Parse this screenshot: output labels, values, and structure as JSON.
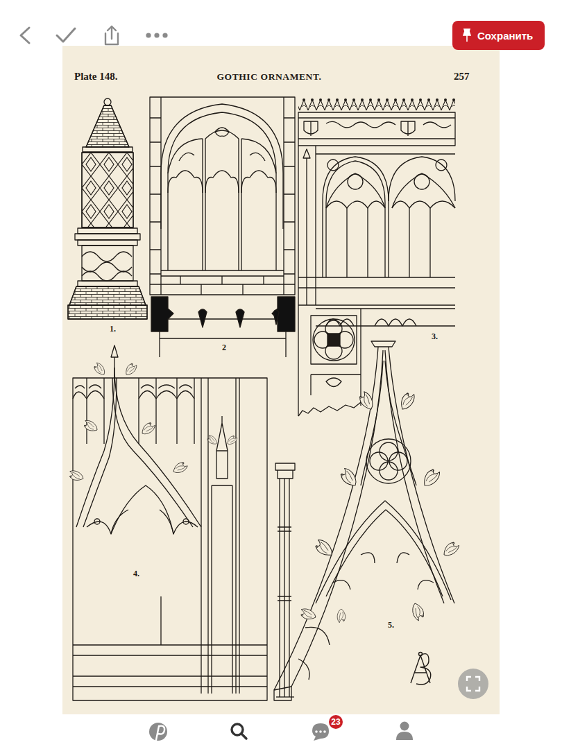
{
  "diagram": {
    "title": "GOTHIC ORNAMENT.",
    "nodes": [
      {
        "text": [
          "Сохранить"
        ]
      },
      {
        "text": [
          "23"
        ]
      }
    ],
    "labels": [
      "Plate 148.",
      "257",
      "1.",
      "2",
      "3.",
      "4.",
      "5."
    ]
  }
}
